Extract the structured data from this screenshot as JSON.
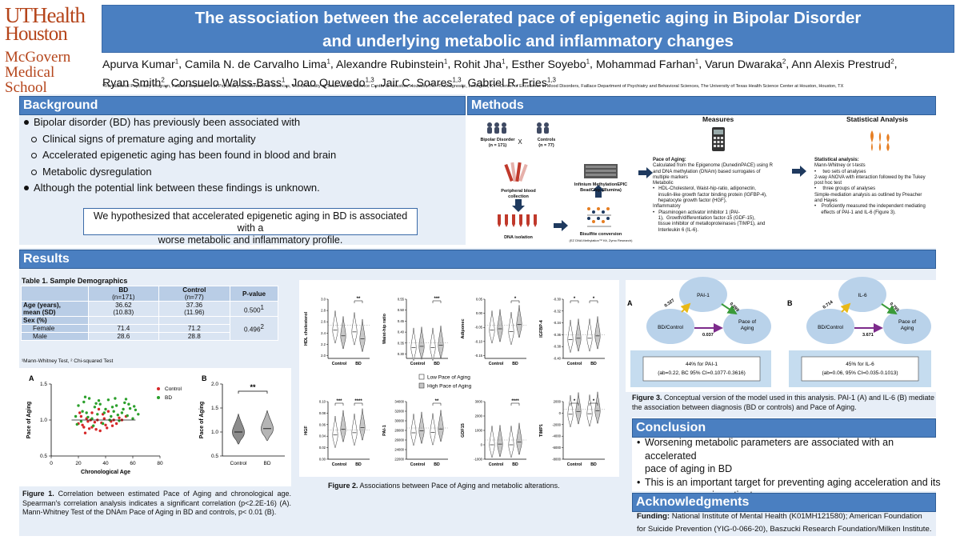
{
  "header": {
    "logo_lines": [
      "UTHealth",
      "Houston",
      "McGovern",
      "Medical School"
    ],
    "title_line1": "The association between the accelerated pace of epigenetic aging in Bipolar Disorder",
    "title_line2": "and underlying metabolic and inflammatory changes",
    "authors_line1": [
      {
        "name": "Apurva Kumar",
        "sup": "1"
      },
      {
        "name": "Camila N. de Carvalho Lima",
        "sup": "1"
      },
      {
        "name": "Alexandre Rubinstein",
        "sup": "1"
      },
      {
        "name": "Rohit Jha",
        "sup": "1"
      },
      {
        "name": "Esther Soyebo",
        "sup": "1"
      },
      {
        "name": "Mohammad Farhan",
        "sup": "1"
      },
      {
        "name": "Varun Dwaraka",
        "sup": "2"
      },
      {
        "name": "Ann Alexis Prestrud",
        "sup": "2"
      }
    ],
    "authors_line2": [
      {
        "name": "Ryan Smith",
        "sup": "2"
      },
      {
        "name": "Consuelo Walss-Bass",
        "sup": "1"
      },
      {
        "name": "Joao Quevedo",
        "sup": "1,3"
      },
      {
        "name": "Jair C. Soares",
        "sup": "1,3"
      },
      {
        "name": "Gabriel R. Fries",
        "sup": "1,3"
      }
    ],
    "affiliations": "¹Translational Psychiatry Program, Faillace Department of Psychiatry and Behavioral Sciences, The University of Texas Health Science Center at Houston, Houston, TX. ²TruDiagnostic, Lexington, KY. ³Center of Excellence in Mood Disorders, Faillace Department of Psychiatry and Behavioral Sciences, The University of Texas Health Science Center at Houston, Houston, TX"
  },
  "background": {
    "heading": "Background",
    "items": [
      {
        "level": 1,
        "text": "Bipolar disorder (BD) has previously been associated with"
      },
      {
        "level": 2,
        "text": "Clinical signs of premature aging and mortality"
      },
      {
        "level": 2,
        "text": "Accelerated epigenetic aging has been found in blood and brain"
      },
      {
        "level": 2,
        "text": "Metabolic dysregulation"
      },
      {
        "level": 1,
        "text": "Although the potential link between these findings is unknown."
      }
    ],
    "hypothesis_line1": "We hypothesized that accelerated epigenetic aging in BD is associated with a",
    "hypothesis_line2": "worse metabolic and inflammatory profile."
  },
  "methods": {
    "heading": "Methods",
    "bd_label": "Bipolar Disorder",
    "bd_n": "(n = 171)",
    "x_label": "X",
    "controls_label": "Controls",
    "controls_n": "(n = 77)",
    "blood_label_1": "Peripheral blood",
    "blood_label_2": "collection",
    "dna_label": "DNA isolation",
    "bisulfite_label": "Bisulfite conversion",
    "bisulfite_sub": "(EZ DNA Methylation™ Kit, Zymo Research)",
    "chip_label_1": "Infinium MethylationEPIC",
    "chip_label_2": "BeadChip (Illumina)",
    "measures_heading": "Measures",
    "stats_heading": "Statistical Analysis",
    "measures_text": [
      {
        "t": "Pace of Aging:",
        "b": true
      },
      {
        "t": "Calculated from the Epigenome (DunedinPACE) using R"
      },
      {
        "t": "and DNA methylation (DNAm) based surrogates of"
      },
      {
        "t": "multiple markers"
      },
      {
        "t": "Metabolic"
      },
      {
        "t": "•   HDL-Cholesterol, Waist-hip-ratio, adiponectin,"
      },
      {
        "t": "    insulin-like growth factor binding protein (IGFBP-4),"
      },
      {
        "t": "    hepatocyte growth factor (HGF),"
      },
      {
        "t": "Inflammatory"
      },
      {
        "t": "•   Plasminogen activator inhibitor 1 (PAI-"
      },
      {
        "t": "    1),  Growth/differentiation factor-15 (GDF-15),"
      },
      {
        "t": "    tissue inhibitor of metalloproteinases (TIMP1), and"
      },
      {
        "t": "    Interleukin 6 (IL-6)."
      }
    ],
    "stats_text": [
      {
        "t": "Statistical analysis:",
        "b": true
      },
      {
        "t": "Mann-Whitney or t-tests"
      },
      {
        "t": "•     two sets of analyses"
      },
      {
        "t": "2-way ANOVA with interaction followed by the Tukey"
      },
      {
        "t": "post hoc test"
      },
      {
        "t": "•     three groups of analyses"
      },
      {
        "t": "Simple-mediation analysis as outlined by Preacher"
      },
      {
        "t": "and Hayes"
      },
      {
        "t": "•    Proficiently measured the independent mediating"
      },
      {
        "t": "     effects of PAI-1 and IL-6 (Figure 3)."
      }
    ]
  },
  "results": {
    "heading": "Results",
    "table_title": "Table 1. Sample Demographics",
    "table_head": {
      "bd": "BD",
      "bd_n": "(n=171)",
      "control": "Control",
      "control_n": "(n=77)",
      "p": "P-value"
    },
    "age_label_1": "Age (years),",
    "age_label_2": "mean (SD)",
    "age_bd": "36.62",
    "age_bd_sd": "(10.83)",
    "age_ctrl": "37.36",
    "age_ctrl_sd": "(11.96)",
    "age_p": "0.500",
    "age_p_sup": "1",
    "sex_label": "Sex (%)",
    "female_label": "Female",
    "female_bd": "71.4",
    "female_ctrl": "71.2",
    "sex_p": "0.496",
    "sex_p_sup": "2",
    "male_label": "Male",
    "male_bd": "28.6",
    "male_ctrl": "28.8",
    "table_note": "¹Mann-Whitney Test, ² Chi-squared Test",
    "fig1_caption_bold": "Figure 1.",
    "fig1_caption": "Correlation between estimated Pace of Aging and chronological age. Spearman's correlation analysis indicates a significant correlation (p<2.2E-16) (A). Mann-Whitney Test of the DNAm Pace of Aging in BD and controls, p< 0.01 (B).",
    "fig2_caption_bold": "Figure 2.",
    "fig2_caption": "Associations between Pace of Aging and metabolic alterations.",
    "fig3_caption_bold": "Figure 3.",
    "fig3_caption": "Conceptual version of the model used in this analysis. PAI-1 (A) and IL-6 (B) mediate the association between diagnosis (BD or controls) and Pace of Aging."
  },
  "chart_data": [
    {
      "type": "scatter",
      "panel": "A",
      "xlabel": "Chronological Age",
      "ylabel": "Pace of Aging",
      "xlim": [
        0,
        80
      ],
      "ylim": [
        0.5,
        1.5
      ],
      "xticks": [
        "0",
        "20",
        "40",
        "60",
        "80"
      ],
      "yticks": [
        "0.5",
        "1.0",
        "1.5"
      ],
      "legend": [
        "Control",
        "BD"
      ],
      "colors": {
        "Control": "#d62728",
        "BD": "#2ca02c"
      },
      "series": [
        {
          "name": "Control",
          "points": [
            [
              20,
              0.95
            ],
            [
              22,
              1.05
            ],
            [
              24,
              0.9
            ],
            [
              26,
              1.02
            ],
            [
              28,
              0.88
            ],
            [
              30,
              1.1
            ],
            [
              32,
              0.97
            ],
            [
              34,
              1.0
            ],
            [
              36,
              0.85
            ],
            [
              38,
              1.08
            ],
            [
              40,
              0.93
            ],
            [
              42,
              1.12
            ],
            [
              44,
              0.98
            ],
            [
              46,
              1.0
            ],
            [
              25,
              0.82
            ],
            [
              30,
              0.9
            ],
            [
              35,
              1.15
            ],
            [
              45,
              0.92
            ],
            [
              50,
              1.03
            ],
            [
              21,
              1.1
            ],
            [
              27,
              0.98
            ],
            [
              33,
              0.87
            ],
            [
              39,
              1.02
            ],
            [
              48,
              0.95
            ],
            [
              55,
              1.05
            ],
            [
              23,
              0.93
            ],
            [
              29,
              1.0
            ],
            [
              37,
              0.96
            ],
            [
              41,
              0.89
            ],
            [
              52,
              1.0
            ]
          ]
        },
        {
          "name": "BD",
          "points": [
            [
              18,
              1.05
            ],
            [
              20,
              1.2
            ],
            [
              22,
              0.98
            ],
            [
              24,
              1.25
            ],
            [
              26,
              1.1
            ],
            [
              28,
              1.3
            ],
            [
              30,
              1.02
            ],
            [
              32,
              1.18
            ],
            [
              34,
              1.08
            ],
            [
              36,
              1.22
            ],
            [
              38,
              0.95
            ],
            [
              40,
              1.15
            ],
            [
              42,
              1.28
            ],
            [
              44,
              1.05
            ],
            [
              46,
              1.12
            ],
            [
              48,
              1.2
            ],
            [
              50,
              0.99
            ],
            [
              52,
              1.1
            ],
            [
              54,
              1.24
            ],
            [
              56,
              1.06
            ],
            [
              58,
              1.16
            ],
            [
              60,
              1.02
            ],
            [
              62,
              1.14
            ],
            [
              25,
              1.32
            ],
            [
              31,
              0.92
            ],
            [
              35,
              1.27
            ],
            [
              43,
              1.0
            ],
            [
              47,
              1.3
            ],
            [
              53,
              1.15
            ],
            [
              57,
              1.22
            ],
            [
              19,
              0.94
            ],
            [
              23,
              1.12
            ],
            [
              27,
              1.04
            ],
            [
              33,
              1.23
            ],
            [
              39,
              1.1
            ],
            [
              45,
              1.18
            ],
            [
              49,
              1.07
            ],
            [
              55,
              1.29
            ],
            [
              61,
              1.19
            ],
            [
              64,
              1.08
            ]
          ]
        }
      ]
    },
    {
      "type": "violin",
      "panel": "B",
      "ylabel": "Pace of Aging",
      "categories": [
        "Control",
        "BD"
      ],
      "ylim": [
        0.5,
        2.0
      ],
      "yticks": [
        "0.5",
        "1.0",
        "1.5",
        "2.0"
      ],
      "significance": "**",
      "medians": [
        1.0,
        1.07
      ]
    },
    {
      "type": "violin",
      "title": "Figure 2",
      "legend": [
        "Low Pace of Aging",
        "High Pace of Aging"
      ],
      "categories": [
        "Control",
        "BD"
      ],
      "panels": [
        {
          "ylabel": "HDL cholesterol",
          "yticks": [
            "2.0",
            "2.2",
            "2.4",
            "2.6",
            "2.8",
            "3.0"
          ],
          "ylim": [
            1.95,
            3.0
          ],
          "sig": [
            "",
            "**"
          ],
          "medians": [
            [
              2.45,
              2.35
            ],
            [
              2.42,
              2.3
            ]
          ]
        },
        {
          "ylabel": "Waist-hip ratio",
          "yticks": [
            "0.30",
            "0.35",
            "0.40",
            "0.45",
            "0.50",
            "0.55"
          ],
          "ylim": [
            0.28,
            0.55
          ],
          "sig": [
            "",
            "***"
          ],
          "medians": [
            [
              0.33,
              0.335
            ],
            [
              0.33,
              0.34
            ]
          ]
        },
        {
          "ylabel": "Adiponec",
          "yticks": [
            "-0.15",
            "-0.10",
            "-0.05",
            "0.00",
            "0.05"
          ],
          "ylim": [
            -0.16,
            0.05
          ],
          "sig": [
            "",
            "*"
          ],
          "medians": [
            [
              -0.06,
              -0.055
            ],
            [
              -0.065,
              -0.04
            ]
          ]
        },
        {
          "ylabel": "IGFBP-4",
          "yticks": [
            "-0.40",
            "-0.38",
            "-0.36",
            "-0.34",
            "-0.32",
            "-0.30"
          ],
          "ylim": [
            -0.4,
            -0.3
          ],
          "sig": [
            "*",
            "*"
          ],
          "medians": [
            [
              -0.368,
              -0.366
            ],
            [
              -0.366,
              -0.362
            ]
          ]
        },
        {
          "ylabel": "HGF",
          "yticks": [
            "0.00",
            "0.02",
            "0.04",
            "0.06",
            "0.08",
            "0.10"
          ],
          "ylim": [
            0.0,
            0.1
          ],
          "sig": [
            "***",
            "****"
          ],
          "medians": [
            [
              0.042,
              0.052
            ],
            [
              0.046,
              0.055
            ]
          ]
        },
        {
          "ylabel": "PAI-1",
          "yticks": [
            "22000",
            "24000",
            "26000",
            "28000",
            "30000",
            "32000",
            "34000"
          ],
          "ylim": [
            22000,
            34000
          ],
          "sig": [
            "",
            "**"
          ],
          "medians": [
            [
              27500,
              27900
            ],
            [
              27600,
              28300
            ]
          ]
        },
        {
          "ylabel": "GDF15",
          "yticks": [
            "-1000",
            "0",
            "1000",
            "2000",
            "3000"
          ],
          "ylim": [
            -1000,
            3000
          ],
          "sig": [
            "",
            "****"
          ],
          "medians": [
            [
              0,
              50
            ],
            [
              0,
              200
            ]
          ]
        },
        {
          "ylabel": "TIMP1",
          "yticks": [
            "-8000",
            "-6000",
            "-4000",
            "-2000",
            "0",
            "2000"
          ],
          "ylim": [
            -8000,
            2000
          ],
          "sig": [
            "*",
            "*"
          ],
          "medians": [
            [
              -200,
              300
            ],
            [
              -100,
              400
            ]
          ]
        }
      ]
    }
  ],
  "fig2_xticks": [
    "Control",
    "BD"
  ],
  "mediation": {
    "a": {
      "label": "A",
      "left": "BD/Control",
      "mediator": "PAI-1",
      "right_1": "Pace of",
      "right_2": "Aging",
      "path_a": "0.327",
      "path_b": "0.099",
      "path_c": "0.037",
      "result_1": "44% for PAI-1",
      "result_2": "(ab=0.22, BC 95% CI=0.1077-0.3616)"
    },
    "b": {
      "label": "B",
      "left": "BD/Control",
      "mediator": "IL-6",
      "right_1": "Pace of",
      "right_2": "Aging",
      "path_a": "0.714",
      "path_b": "0.795",
      "path_c": "3.671",
      "result_1": "45% for IL-6",
      "result_2": "(ab=0.06, 95% CI=0.035-0.1013)"
    }
  },
  "conclusion": {
    "heading": "Conclusion",
    "items": [
      {
        "l1": "Worsening metabolic parameters are associated with an accelerated",
        "l2": "pace of aging in BD"
      },
      {
        "l1": "This is an important target for preventing aging acceleration and its",
        "l2": "consequences in patients."
      }
    ]
  },
  "acknowledgments": {
    "heading": "Acknowledgments",
    "funding_label": "Funding:",
    "funding_l1": "National Institute of Mental Health (K01MH121580); American Foundation",
    "funding_l2": "for Suicide Prevention (YIG-0-066-20), Baszucki Research Foundation/Milken Institute."
  }
}
